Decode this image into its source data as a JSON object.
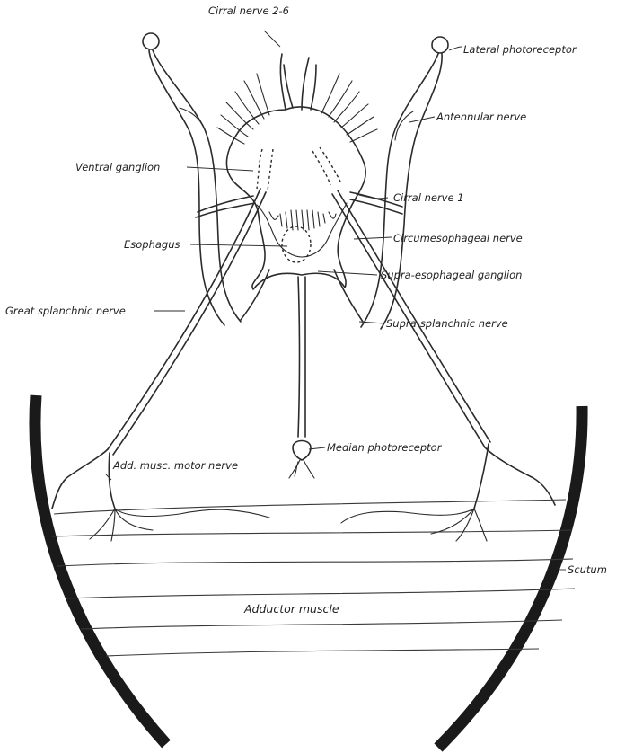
{
  "labels": {
    "cirral_nerve_2_6": "Cirral nerve 2-6",
    "lateral_photoreceptor": "Lateral photoreceptor",
    "antennular_nerve": "Antennular nerve",
    "ventral_ganglion": "Ventral ganglion",
    "cirral_nerve_1": "Cirral nerve 1",
    "esophagus": "Esophagus",
    "circumesophageal_nerve": "Circumesophageal nerve",
    "supra_esophageal_ganglion": "Supra-esophageal ganglion",
    "great_splanchnic_nerve": "Great splanchnic nerve",
    "supra_splanchnic_nerve": "Supra-splanchnic nerve",
    "median_photoreceptor": "Median photoreceptor",
    "add_musc_motor_nerve": "Add. musc. motor nerve",
    "scutum": "Scutum",
    "adductor_muscle": "Adductor muscle"
  }
}
